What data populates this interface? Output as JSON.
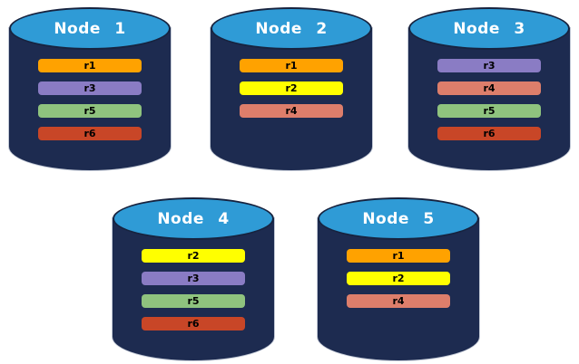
{
  "diagram": {
    "description": "Five database nodes each holding a set of replicas",
    "colors": {
      "cylinder_body": "#1D2B50",
      "cylinder_top": "#2F9BD6",
      "outline": "#17233F",
      "replicas": {
        "r1": "#FFA200",
        "r2": "#FFFF00",
        "r3": "#8A7CC4",
        "r4": "#DD7E6B",
        "r5": "#8FC37E",
        "r6": "#C84627"
      }
    },
    "nodes": [
      {
        "label": "Node 1",
        "replicas": [
          "r1",
          "r3",
          "r5",
          "r6"
        ]
      },
      {
        "label": "Node 2",
        "replicas": [
          "r1",
          "r2",
          "r4"
        ]
      },
      {
        "label": "Node 3",
        "replicas": [
          "r3",
          "r4",
          "r5",
          "r6"
        ]
      },
      {
        "label": "Node 4",
        "replicas": [
          "r2",
          "r3",
          "r5",
          "r6"
        ]
      },
      {
        "label": "Node 5",
        "replicas": [
          "r1",
          "r2",
          "r4"
        ]
      }
    ]
  }
}
